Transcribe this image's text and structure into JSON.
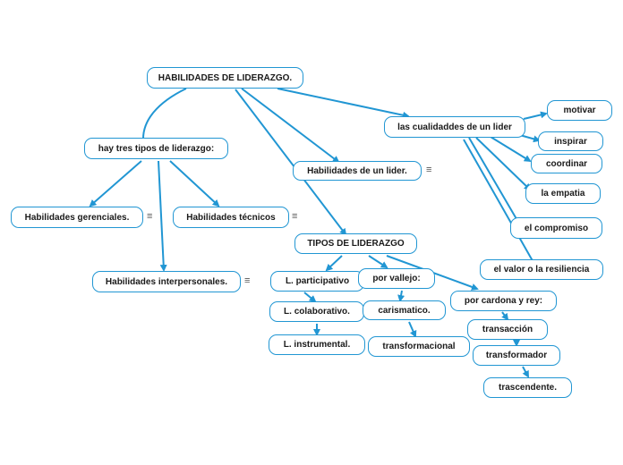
{
  "colors": {
    "line": "#2196d3",
    "border": "#2196d3",
    "text": "#1a1a1a",
    "background": "#ffffff"
  },
  "nodes": {
    "root": "HABILIDADES DE LIDERAZGO.",
    "tipos_habilidades": "hay tres tipos de liderazgo:",
    "gerenciales": "Habilidades gerenciales.",
    "tecnicos": "Habilidades técnicos",
    "interpersonales": "Habilidades interpersonales.",
    "habilidades_lider": "Habilidades de un lider.",
    "cualidades": "las cualidaddes de un lider",
    "motivar": "motivar",
    "inspirar": "inspirar",
    "coordinar": "coordinar",
    "empatia": "la empatia",
    "compromiso": "el compromiso",
    "resiliencia": "el valor o la resiliencia",
    "tipos_liderazgo": "TIPOS DE LIDERAZGO",
    "participativo": "L. participativo",
    "colaborativo": "L. colaborativo.",
    "instrumental": "L. instrumental.",
    "vallejo": "por vallejo:",
    "carismatico": "carismatico.",
    "transformacional": "transformacional",
    "cardona": "por cardona y rey:",
    "transaccion": "transacción",
    "transformador": "transformador",
    "trascendente": "trascendente."
  },
  "note_icon": "≡"
}
